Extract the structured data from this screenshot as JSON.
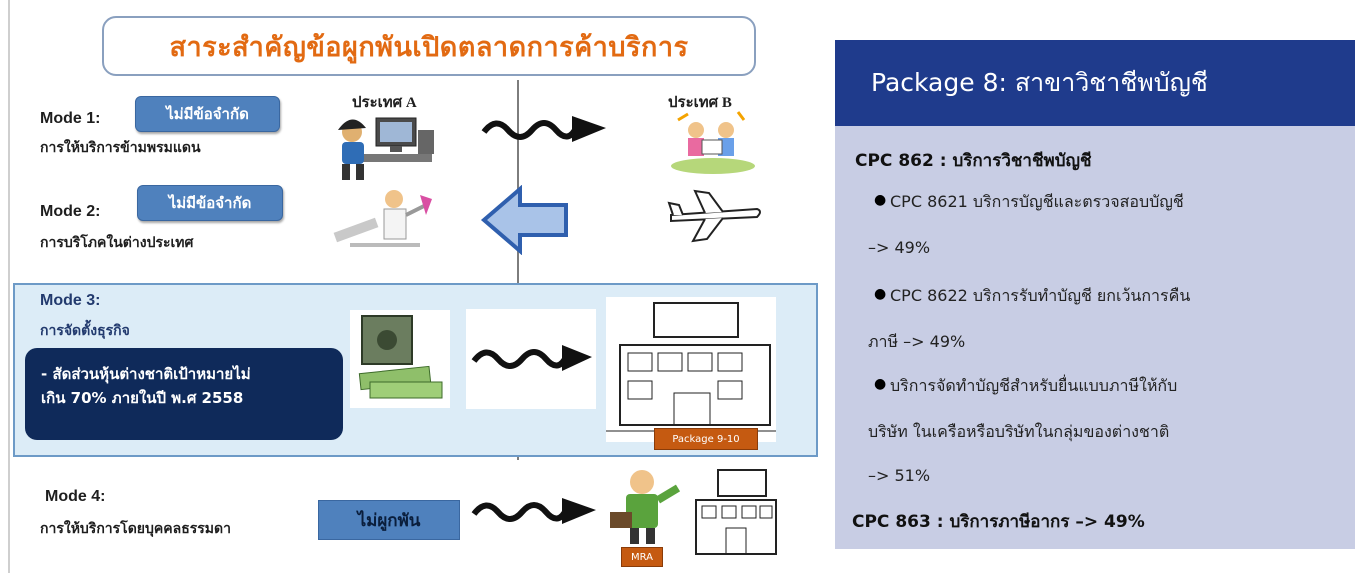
{
  "slide": {
    "title": "สาระสำคัญข้อผูกพันเปิดตลาดการค้าบริการ",
    "country_a": "ประเทศ A",
    "country_b": "ประเทศ B",
    "mode1": {
      "title": "Mode 1:",
      "desc": "การให้บริการข้ามพรมแดน",
      "badge": "ไม่มีข้อจำกัด"
    },
    "mode2": {
      "title": "Mode 2:",
      "desc": "การบริโภคในต่างประเทศ",
      "badge": "ไม่มีข้อจำกัด"
    },
    "mode3": {
      "title": "Mode 3:",
      "desc": "การจัดตั้งธุรกิจ",
      "target_line1": "- สัดส่วนหุ้นต่างชาติเป้าหมายไม่",
      "target_line2": "เกิน 70% ภายในปี พ.ศ 2558",
      "tag": "Package 9-10"
    },
    "mode4": {
      "title": "Mode 4:",
      "desc": "การให้บริการโดยบุคคลธรรมดา",
      "badge": "ไม่ผูกพัน",
      "tag": "MRA"
    }
  },
  "panel": {
    "header": "Package 8: สาขาวิชาชีพบัญชี",
    "cpc862_title": "CPC 862 : บริการวิชาชีพบัญชี",
    "item1_line1": "CPC 8621 บริการบัญชีและตรวจสอบบัญชี",
    "item1_line2": "–> 49%",
    "item2_line1": "CPC 8622 บริการรับทำบัญชี ยกเว้นการคืน",
    "item2_line2": "ภาษี –> 49%",
    "item3_line1": "บริการจัดทำบัญชีสำหรับยื่นแบบภาษีให้กับ",
    "item3_line2": "บริษัท ในเครือหรือบริษัทในกลุ่มของต่างชาติ",
    "item3_line3": "–> 51%",
    "cpc863_title": "CPC 863 : บริการภาษีอากร –> 49%"
  },
  "colors": {
    "title_orange": "#e26a12",
    "badge_blue": "#4f81bd",
    "panel_header": "#1f3b8c",
    "panel_bg": "#c8cde4",
    "mode3_bg": "#dcecf7",
    "target_navy": "#0f2a5a"
  },
  "icons": [
    "person-at-computer-icon",
    "people-reading-icon",
    "doctor-icon",
    "airplane-icon",
    "safe-with-money-icon",
    "building-icon",
    "businessman-icon",
    "wavy-arrow-right-icon",
    "arrow-left-icon"
  ]
}
